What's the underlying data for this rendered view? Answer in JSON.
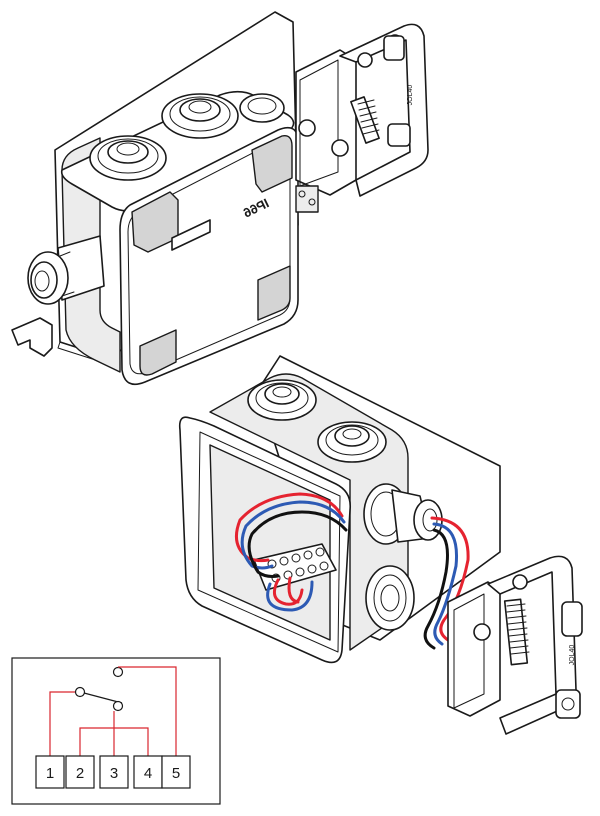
{
  "top_box": {
    "rating_mark": "IP66",
    "clamp_mark": "JOL40"
  },
  "bottom_box": {
    "clamp_mark": "JOL40",
    "wire_colors": {
      "phase": "#e52330",
      "neutral": "#2d5ab4",
      "earth": "#111111"
    }
  },
  "schematic": {
    "line_color": "#d9262e",
    "terminals": [
      "1",
      "2",
      "3",
      "4",
      "5"
    ]
  }
}
